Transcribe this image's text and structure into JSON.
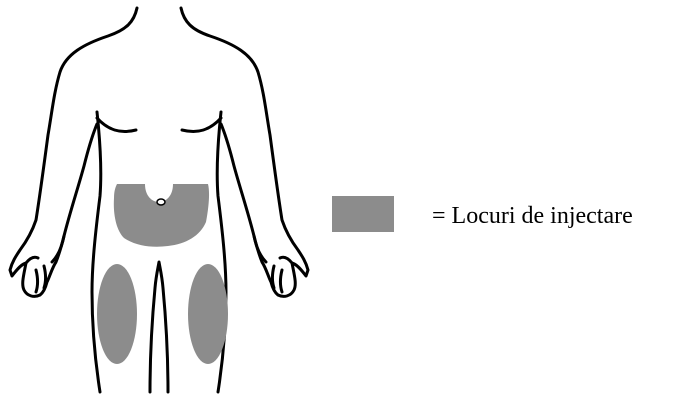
{
  "legend": {
    "label": "= Locuri de injectare",
    "swatch_color": "#8c8c8c"
  },
  "figure": {
    "outline_color": "#000000",
    "zones": [
      "abdomen",
      "left-thigh",
      "right-thigh"
    ]
  }
}
